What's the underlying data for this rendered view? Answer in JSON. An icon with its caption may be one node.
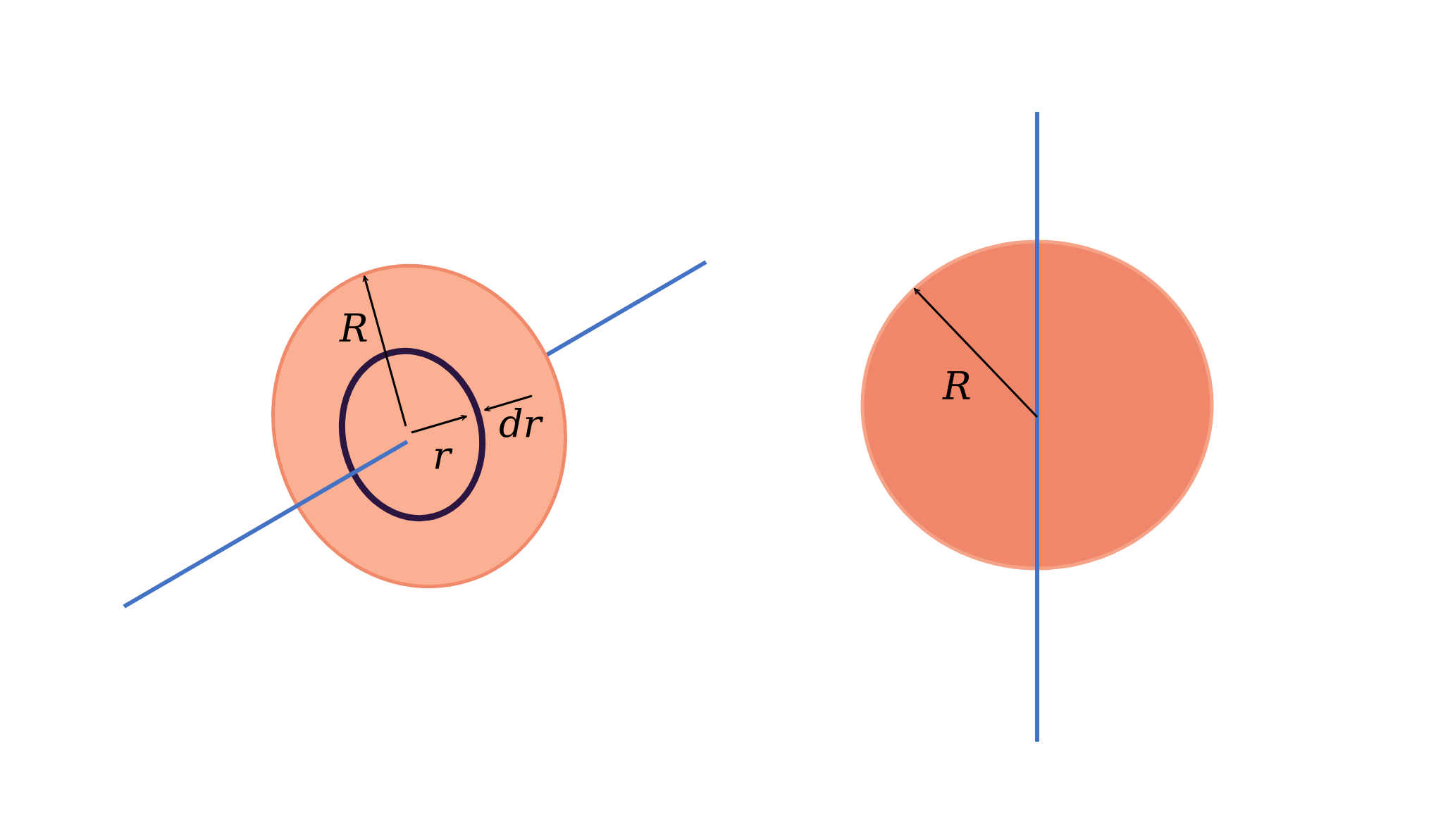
{
  "diagram": {
    "labels": [
      "R",
      "r",
      "dr",
      "R"
    ]
  }
}
